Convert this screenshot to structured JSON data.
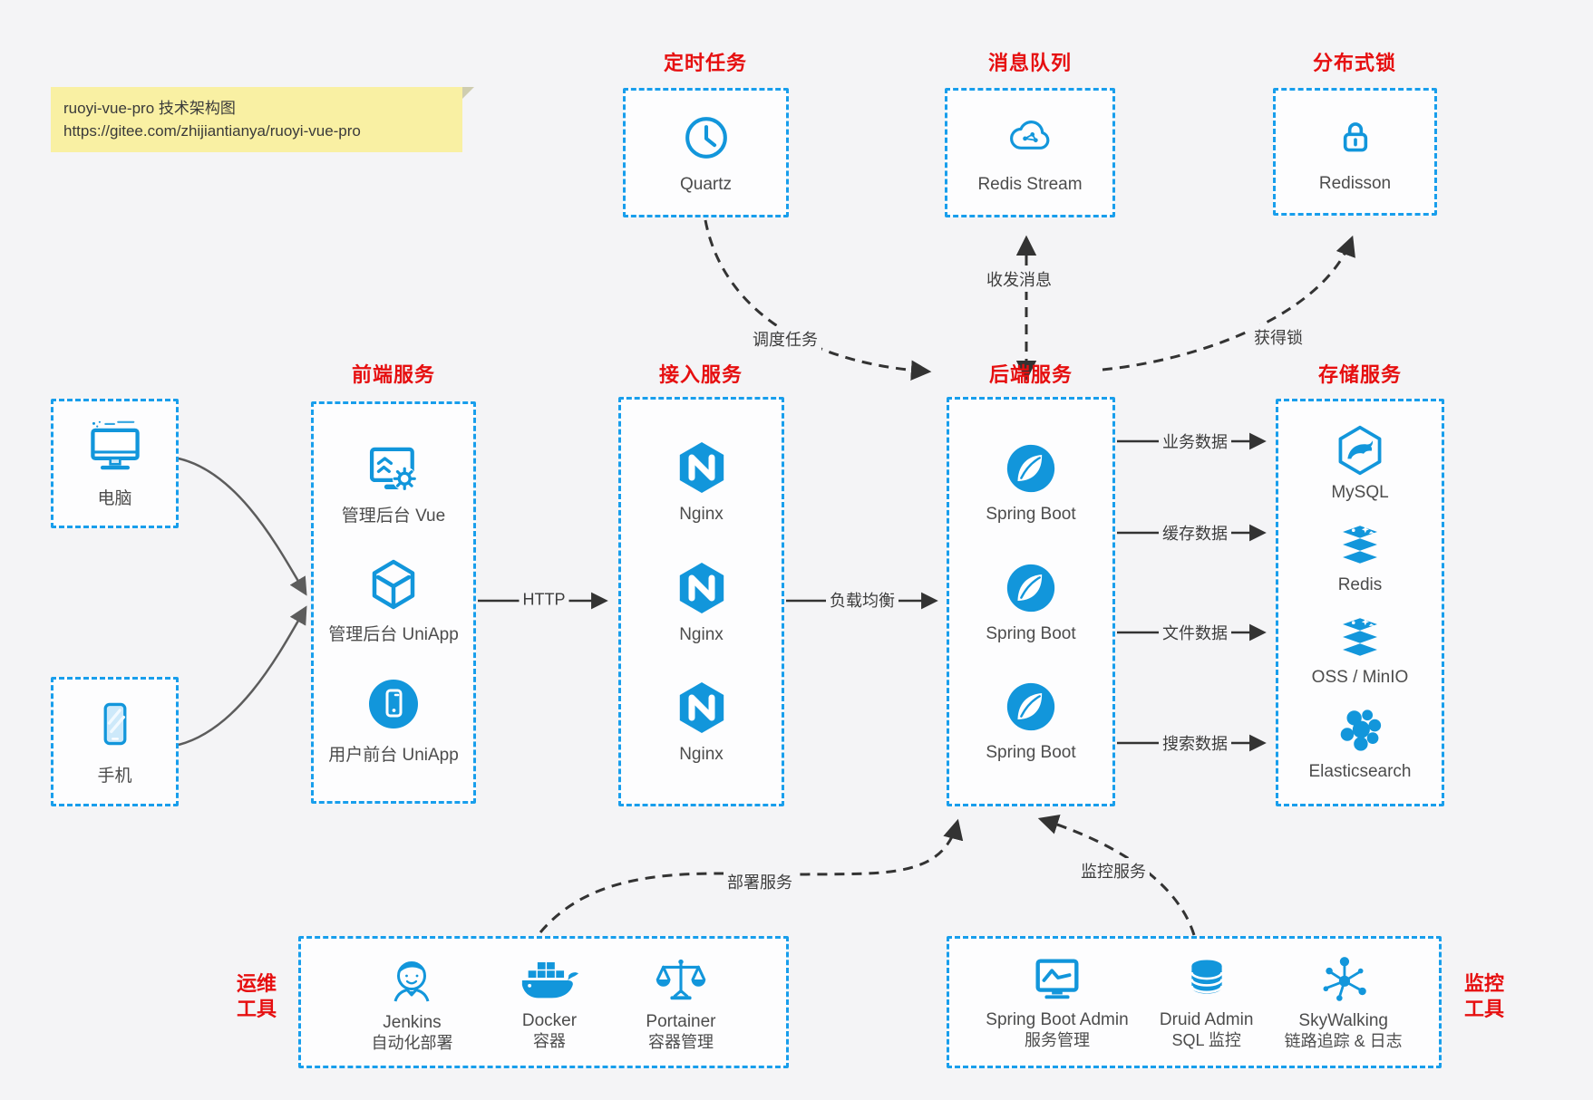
{
  "note": {
    "line1": "ruoyi-vue-pro 技术架构图",
    "line2": "https://gitee.com/zhijiantianya/ruoyi-vue-pro"
  },
  "colors": {
    "icon_blue": "#1296db",
    "border_blue": "#189eec",
    "title_red": "#e60f10",
    "note_yellow": "#f9f0a3",
    "arrow_dark": "#333333"
  },
  "top_services": [
    {
      "title": "定时任务",
      "label": "Quartz"
    },
    {
      "title": "消息队列",
      "label": "Redis Stream"
    },
    {
      "title": "分布式锁",
      "label": "Redisson"
    }
  ],
  "clients": [
    {
      "label": "电脑"
    },
    {
      "label": "手机"
    }
  ],
  "frontend": {
    "title": "前端服务",
    "items": [
      {
        "label": "管理后台 Vue"
      },
      {
        "label": "管理后台 UniApp"
      },
      {
        "label": "用户前台 UniApp"
      }
    ]
  },
  "gateway": {
    "title": "接入服务",
    "items": [
      {
        "label": "Nginx"
      },
      {
        "label": "Nginx"
      },
      {
        "label": "Nginx"
      }
    ]
  },
  "backend": {
    "title": "后端服务",
    "items": [
      {
        "label": "Spring Boot"
      },
      {
        "label": "Spring Boot"
      },
      {
        "label": "Spring Boot"
      }
    ]
  },
  "storage": {
    "title": "存储服务",
    "items": [
      {
        "label": "MySQL"
      },
      {
        "label": "Redis"
      },
      {
        "label": "OSS / MinIO"
      },
      {
        "label": "Elasticsearch"
      }
    ]
  },
  "ops": {
    "side_line1": "运维",
    "side_line2": "工具",
    "items": [
      {
        "name": "Jenkins",
        "desc": "自动化部署"
      },
      {
        "name": "Docker",
        "desc": "容器"
      },
      {
        "name": "Portainer",
        "desc": "容器管理"
      }
    ]
  },
  "monitoring": {
    "side_line1": "监控",
    "side_line2": "工具",
    "items": [
      {
        "name": "Spring Boot Admin",
        "desc": "服务管理"
      },
      {
        "name": "Druid Admin",
        "desc": "SQL 监控"
      },
      {
        "name": "SkyWalking",
        "desc": "链路追踪 & 日志"
      }
    ]
  },
  "edges": {
    "http": "HTTP",
    "load_balance": "负载均衡",
    "schedule": "调度任务",
    "message": "收发消息",
    "lock": "获得锁",
    "business_data": "业务数据",
    "cache_data": "缓存数据",
    "file_data": "文件数据",
    "search_data": "搜索数据",
    "deploy": "部署服务",
    "monitor": "监控服务"
  }
}
